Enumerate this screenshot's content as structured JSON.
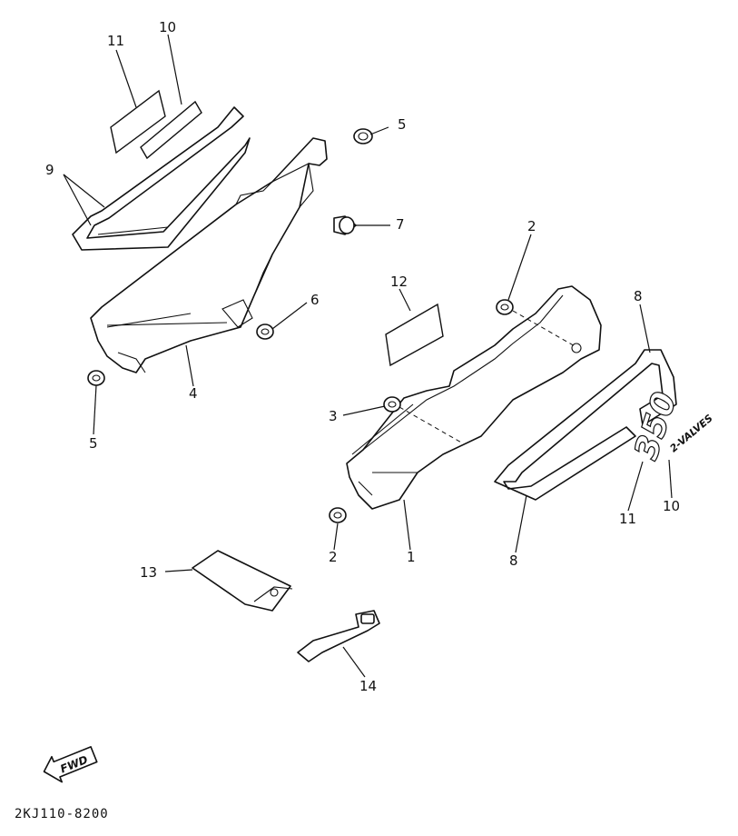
{
  "callouts": {
    "c1": "1",
    "c2a": "2",
    "c2b": "2",
    "c3": "3",
    "c4": "4",
    "c5a": "5",
    "c5b": "5",
    "c6": "6",
    "c7": "7",
    "c8a": "8",
    "c8b": "8",
    "c9": "9",
    "c10a": "10",
    "c10b": "10",
    "c11a": "11",
    "c11b": "11",
    "c12": "12",
    "c13": "13",
    "c14": "14"
  },
  "emblem": {
    "model": "350",
    "subtitle": "2-VALVES"
  },
  "fwd_label": "FWD",
  "diagram_code": "2KJ110-8200"
}
